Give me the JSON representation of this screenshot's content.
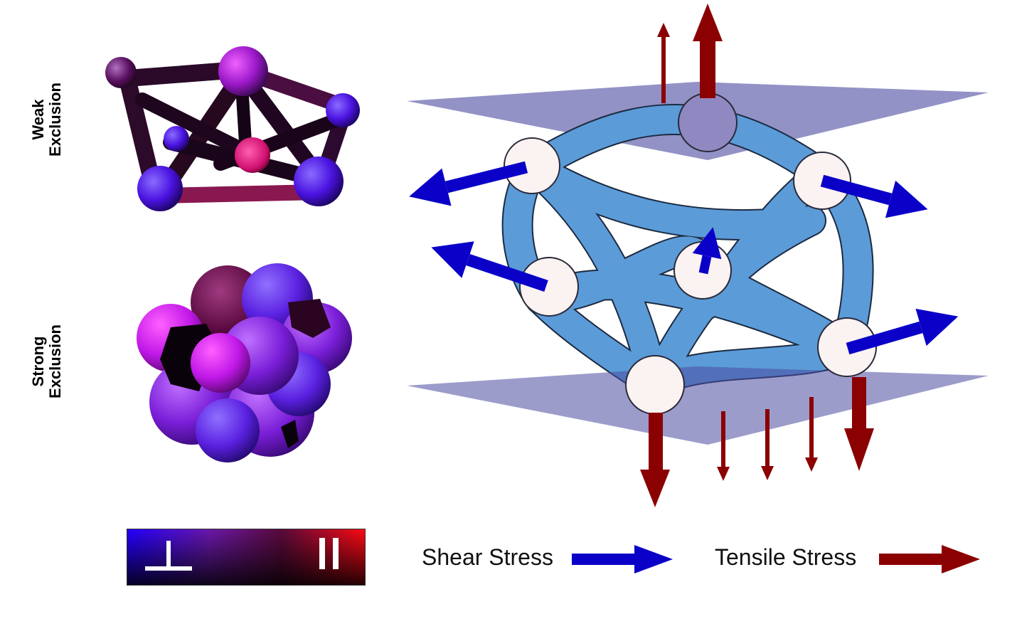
{
  "row_labels": {
    "weak": [
      "Weak",
      "Exclusion"
    ],
    "strong": [
      "Strong",
      "Exclusion"
    ]
  },
  "legend": {
    "shear_label": "Shear Stress",
    "tensile_label": "Tensile Stress",
    "shear_color": "#0a00c8",
    "tensile_color": "#8b0000"
  },
  "colorbar": {
    "low_symbol": "⊥",
    "high_symbol": "||",
    "colors": [
      "#2200ff",
      "#6a18a8",
      "#5a0a3a",
      "#ff0a14"
    ]
  },
  "colors": {
    "plate": "#4a4aa0",
    "tube": "#5b9bd8",
    "node": "#fbf2f2"
  }
}
